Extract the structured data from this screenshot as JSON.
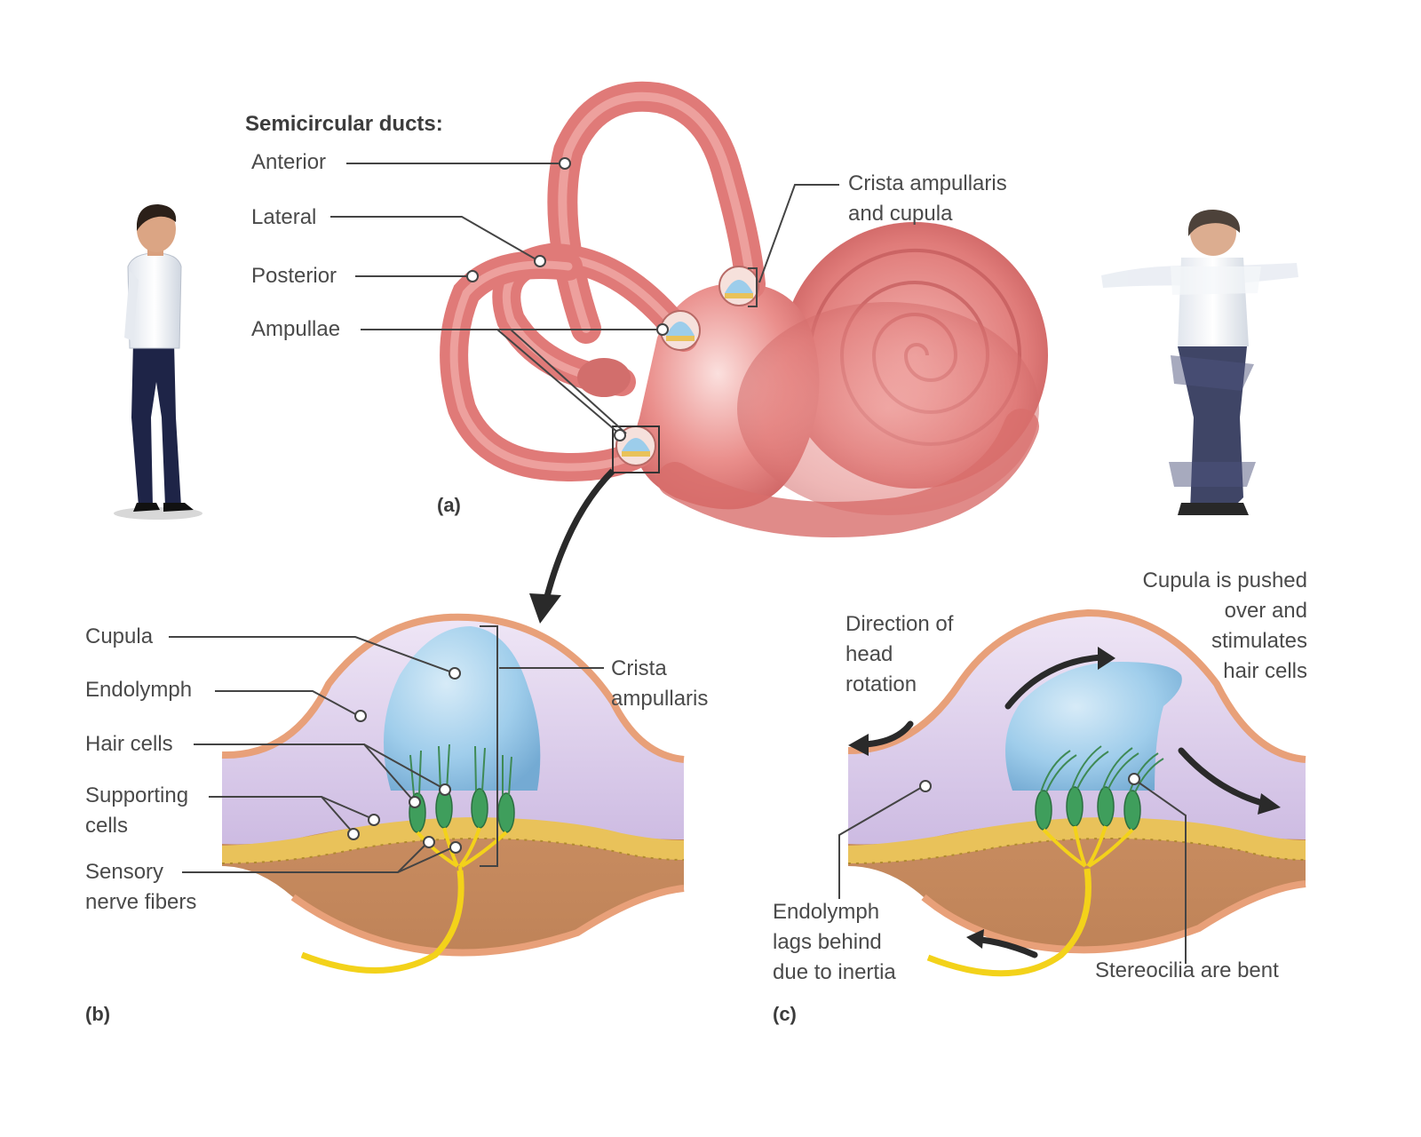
{
  "part_a": {
    "header": "Semicircular ducts:",
    "anterior": "Anterior",
    "lateral": "Lateral",
    "posterior": "Posterior",
    "ampullae": "Ampullae",
    "crista_cupula": "Crista ampullaris\nand cupula",
    "panel_label": "(a)"
  },
  "part_b": {
    "cupula": "Cupula",
    "endolymph": "Endolymph",
    "hair_cells": "Hair cells",
    "supporting_cells": "Supporting\ncells",
    "sensory_nerve_fibers": "Sensory\nnerve fibers",
    "crista_ampullaris": "Crista\nampullaris",
    "panel_label": "(b)"
  },
  "part_c": {
    "direction_of_rotation": "Direction of\nhead\nrotation",
    "cupula_pushed": "Cupula is pushed\nover and\nstimulates\nhair cells",
    "endolymph_lags": "Endolymph\nlags behind\ndue to inertia",
    "stereocilia_bent": "Stereocilia are bent",
    "panel_label": "(c)"
  },
  "colors": {
    "labyrinth": "#e07a78",
    "cupula": "#9ccdeb",
    "endolymph": "#ddd0ea",
    "epithelium": "#e9c25a",
    "hair_cell": "#3f9e5c",
    "tissue": "#c98a60",
    "nerve": "#f3d21a"
  }
}
